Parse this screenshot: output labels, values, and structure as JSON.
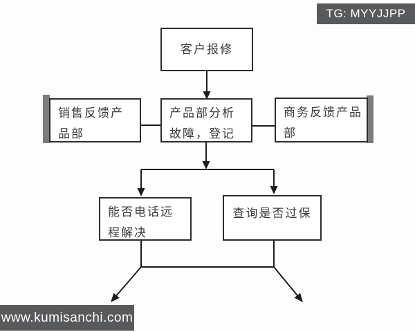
{
  "badges": {
    "telegram": "TG: MYYJJPP",
    "website": "www.kumisanchi.com"
  },
  "colors": {
    "badge_bg": "#58595b",
    "badge_text": "#ffffff",
    "box_border": "#2d2d2d",
    "box_fill": "#ffffff",
    "connector": "#1d1d1d",
    "text": "#3a3a3a",
    "shadow_bar": "#7b7b7b",
    "page_bg": "#fdfdfd"
  },
  "flowchart": {
    "nodes": [
      {
        "id": "customer-report",
        "label": "客户报修"
      },
      {
        "id": "sales-feedback",
        "label": "销售反馈产品部"
      },
      {
        "id": "analyze-register",
        "label": "产品部分析故障，登记"
      },
      {
        "id": "business-feedback",
        "label": "商务反馈产品部"
      },
      {
        "id": "remote-solve",
        "label": "能否电话远程解决"
      },
      {
        "id": "warranty-check",
        "label": "查询是否过保"
      }
    ]
  }
}
